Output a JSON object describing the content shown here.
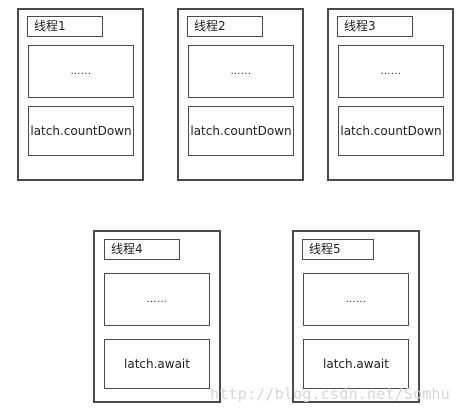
{
  "threads": [
    {
      "label": "线程1",
      "ellipsis": "……",
      "action": "latch.countDown"
    },
    {
      "label": "线程2",
      "ellipsis": "……",
      "action": "latch.countDown"
    },
    {
      "label": "线程3",
      "ellipsis": "……",
      "action": "latch.countDown"
    },
    {
      "label": "线程4",
      "ellipsis": "……",
      "action": "latch.await"
    },
    {
      "label": "线程5",
      "ellipsis": "……",
      "action": "latch.await"
    }
  ],
  "watermark": "http://blog.csdn.net/Somhu"
}
